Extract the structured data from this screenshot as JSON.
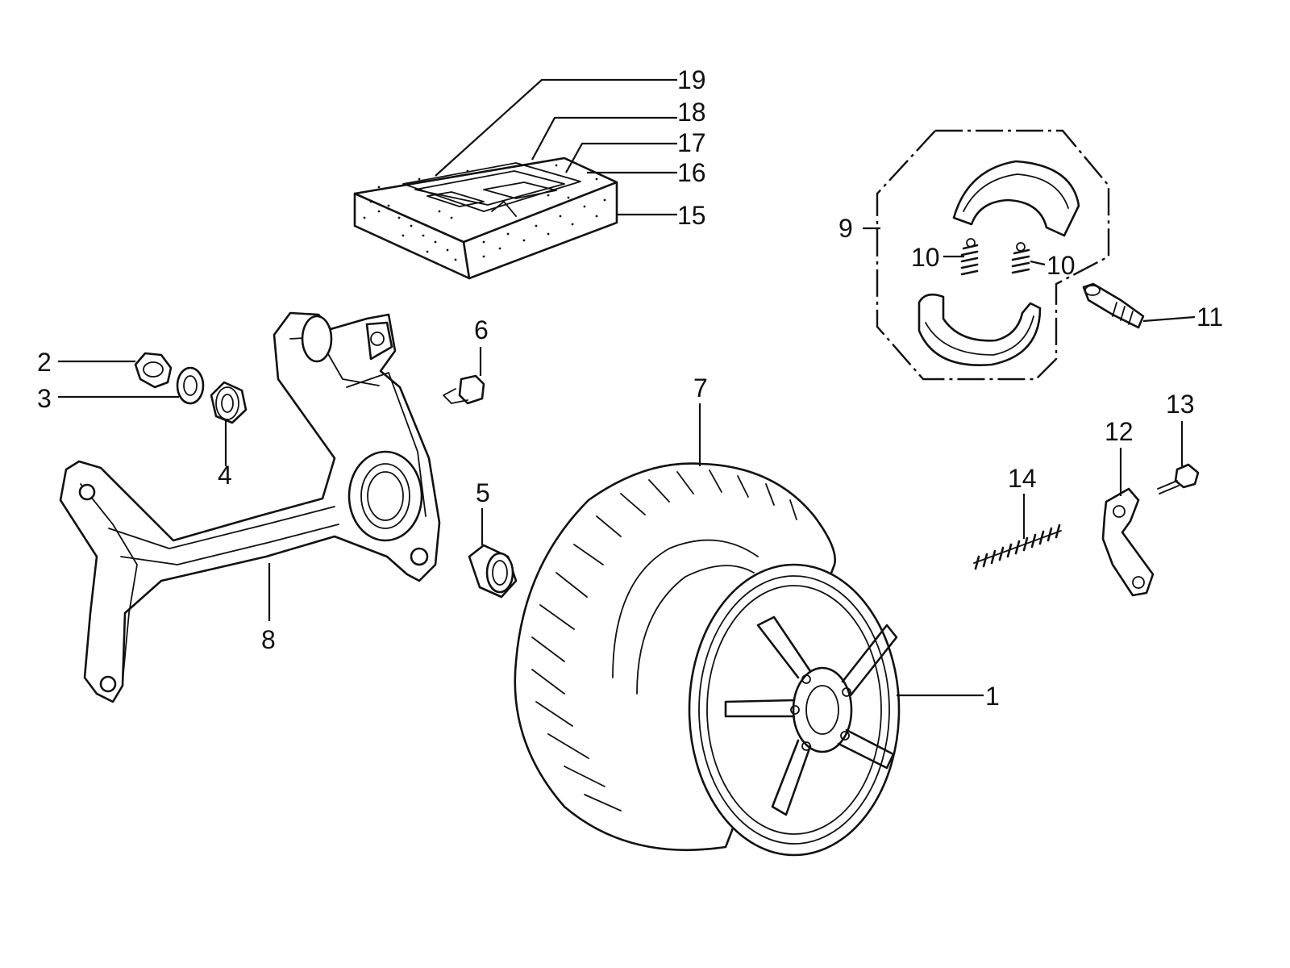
{
  "callouts": [
    {
      "id": "c19",
      "text": "19"
    },
    {
      "id": "c18",
      "text": "18"
    },
    {
      "id": "c17",
      "text": "17"
    },
    {
      "id": "c16",
      "text": "16"
    },
    {
      "id": "c15",
      "text": "15"
    },
    {
      "id": "c9",
      "text": "9"
    },
    {
      "id": "c10a",
      "text": "10"
    },
    {
      "id": "c10b",
      "text": "10"
    },
    {
      "id": "c11",
      "text": "11"
    },
    {
      "id": "c2",
      "text": "2"
    },
    {
      "id": "c3",
      "text": "3"
    },
    {
      "id": "c4",
      "text": "4"
    },
    {
      "id": "c6",
      "text": "6"
    },
    {
      "id": "c7",
      "text": "7"
    },
    {
      "id": "c5",
      "text": "5"
    },
    {
      "id": "c8",
      "text": "8"
    },
    {
      "id": "c13",
      "text": "13"
    },
    {
      "id": "c12",
      "text": "12"
    },
    {
      "id": "c14",
      "text": "14"
    },
    {
      "id": "c1",
      "text": "1"
    }
  ]
}
